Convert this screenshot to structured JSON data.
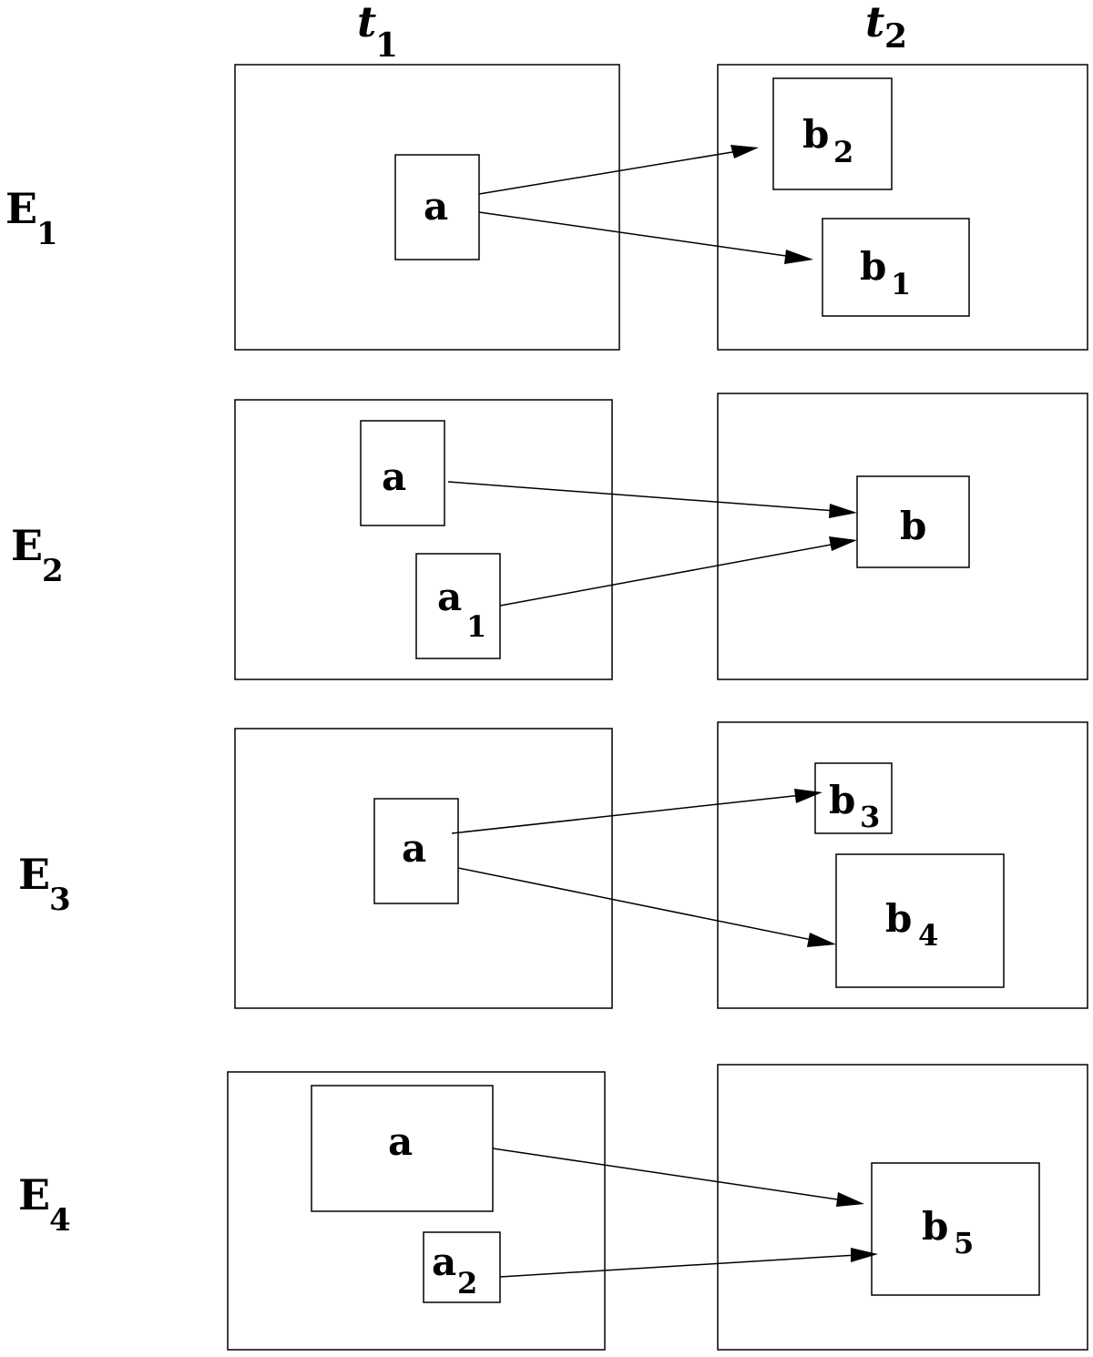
{
  "columns": [
    {
      "letter": "t",
      "sub": "1"
    },
    {
      "letter": "t",
      "sub": "2"
    }
  ],
  "rows": [
    {
      "letter": "E",
      "sub": "1"
    },
    {
      "letter": "E",
      "sub": "2"
    },
    {
      "letter": "E",
      "sub": "3"
    },
    {
      "letter": "E",
      "sub": "4"
    }
  ],
  "objects": {
    "e1_a": {
      "letter": "a",
      "sub": ""
    },
    "e1_b2": {
      "letter": "b",
      "sub": "2"
    },
    "e1_b1": {
      "letter": "b",
      "sub": "1"
    },
    "e2_a": {
      "letter": "a",
      "sub": ""
    },
    "e2_a1": {
      "letter": "a",
      "sub": "1"
    },
    "e2_b": {
      "letter": "b",
      "sub": ""
    },
    "e3_a": {
      "letter": "a",
      "sub": ""
    },
    "e3_b3": {
      "letter": "b",
      "sub": "3"
    },
    "e3_b4": {
      "letter": "b",
      "sub": "4"
    },
    "e4_a": {
      "letter": "a",
      "sub": ""
    },
    "e4_a2": {
      "letter": "a",
      "sub": "2"
    },
    "e4_b5": {
      "letter": "b",
      "sub": "5"
    }
  },
  "transitions": [
    {
      "from": "e1_a",
      "to": "e1_b2"
    },
    {
      "from": "e1_a",
      "to": "e1_b1"
    },
    {
      "from": "e2_a",
      "to": "e2_b"
    },
    {
      "from": "e2_a1",
      "to": "e2_b"
    },
    {
      "from": "e3_a",
      "to": "e3_b3"
    },
    {
      "from": "e3_a",
      "to": "e3_b4"
    },
    {
      "from": "e4_a",
      "to": "e4_b5"
    },
    {
      "from": "e4_a2",
      "to": "e4_b5"
    }
  ]
}
